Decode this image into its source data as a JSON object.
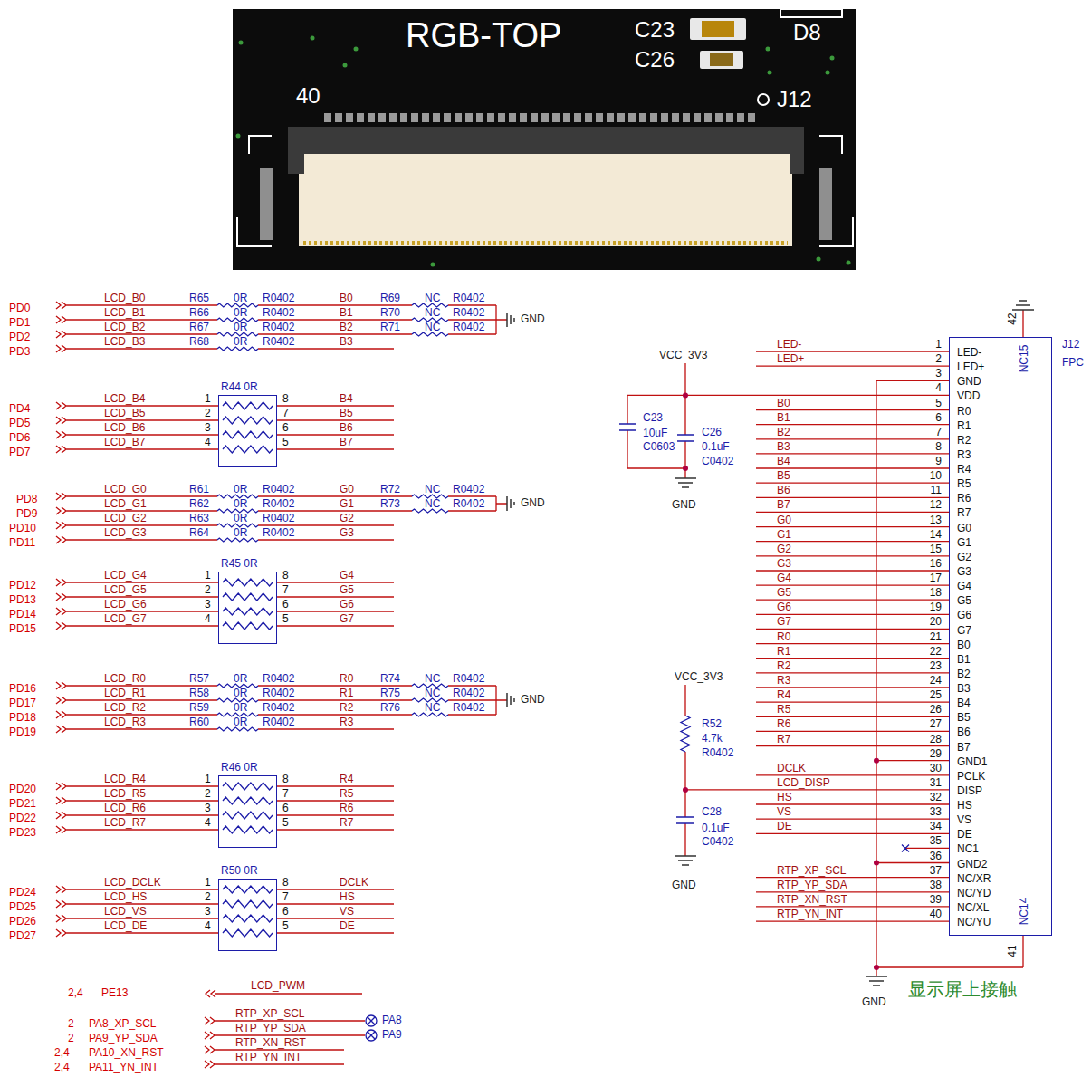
{
  "diagram": {
    "nodes": [
      {
        "text": [
          "R44 0R"
        ]
      },
      {
        "text": [
          "R45 0R"
        ]
      },
      {
        "text": [
          "R46 0R"
        ]
      },
      {
        "text": [
          "R50 0R"
        ]
      },
      {
        "text": [
          "LED-",
          "LED+",
          "GND",
          "VDD",
          "R0",
          "R1",
          "R2",
          "R3",
          "R4",
          "R5",
          "R6",
          "R7",
          "G0",
          "G1",
          "G2",
          "G3",
          "G4",
          "G5",
          "G6",
          "G7",
          "B0",
          "B1",
          "B2",
          "B3",
          "B4",
          "B5",
          "B6",
          "B7",
          "GND1",
          "PCLK",
          "DISP",
          "HS",
          "VS",
          "DE",
          "NC1",
          "GND2",
          "NC/XR",
          "NC/YD",
          "NC/XL",
          "NC/YU",
          "NC15",
          "NC14",
          "J12",
          "FPC"
        ]
      }
    ],
    "labels": [
      "RGB-TOP",
      "C23",
      "C26",
      "D8",
      "40",
      "J12",
      "PD0",
      "LCD_B0",
      "R65",
      "0R",
      "R0402",
      "B0",
      "R69",
      "NC",
      "R0402",
      "PD1",
      "LCD_B1",
      "R66",
      "0R",
      "R0402",
      "B1",
      "R70",
      "NC",
      "R0402",
      "PD2",
      "LCD_B2",
      "R67",
      "0R",
      "R0402",
      "B2",
      "R71",
      "NC",
      "R0402",
      "PD3",
      "LCD_B3",
      "R68",
      "0R",
      "R0402",
      "B3",
      "GND",
      "PD4",
      "LCD_B4",
      "1",
      "8",
      "B4",
      "PD5",
      "LCD_B5",
      "2",
      "7",
      "B5",
      "PD6",
      "LCD_B6",
      "3",
      "6",
      "B6",
      "PD7",
      "LCD_B7",
      "4",
      "5",
      "B7",
      "PD8",
      "LCD_G0",
      "R61",
      "0R",
      "R0402",
      "G0",
      "R72",
      "NC",
      "R0402",
      "PD9",
      "LCD_G1",
      "R62",
      "0R",
      "R0402",
      "G1",
      "R73",
      "NC",
      "R0402",
      "PD10",
      "LCD_G2",
      "R63",
      "0R",
      "R0402",
      "G2",
      "PD11",
      "LCD_G3",
      "R64",
      "0R",
      "R0402",
      "G3",
      "GND",
      "PD12",
      "LCD_G4",
      "1",
      "8",
      "G4",
      "PD13",
      "LCD_G5",
      "2",
      "7",
      "G5",
      "PD14",
      "LCD_G6",
      "3",
      "6",
      "G6",
      "PD15",
      "LCD_G7",
      "4",
      "5",
      "G7",
      "PD16",
      "LCD_R0",
      "R57",
      "0R",
      "R0402",
      "R0",
      "R74",
      "NC",
      "R0402",
      "PD17",
      "LCD_R1",
      "R58",
      "0R",
      "R0402",
      "R1",
      "R75",
      "NC",
      "R0402",
      "PD18",
      "LCD_R2",
      "R59",
      "0R",
      "R0402",
      "R2",
      "R76",
      "NC",
      "R0402",
      "PD19",
      "LCD_R3",
      "R60",
      "0R",
      "R0402",
      "R3",
      "GND",
      "PD20",
      "LCD_R4",
      "1",
      "8",
      "R4",
      "PD21",
      "LCD_R5",
      "2",
      "7",
      "R5",
      "PD22",
      "LCD_R6",
      "3",
      "6",
      "R6",
      "PD23",
      "LCD_R7",
      "4",
      "5",
      "R7",
      "PD24",
      "LCD_DCLK",
      "1",
      "8",
      "DCLK",
      "PD25",
      "LCD_HS",
      "2",
      "7",
      "HS",
      "PD26",
      "LCD_VS",
      "3",
      "6",
      "VS",
      "PD27",
      "LCD_DE",
      "4",
      "5",
      "DE",
      "2,4",
      "PE13",
      "LCD_PWM",
      "2",
      "PA8_XP_SCL",
      "2",
      "PA9_YP_SDA",
      "2,4",
      "PA10_XN_RST",
      "2,4",
      "PA11_YN_INT",
      "RTP_XP_SCL",
      "RTP_YP_SDA",
      "RTP_XN_RST",
      "RTP_YN_INT",
      "PA8",
      "PA9",
      "VCC_3V3",
      "C23",
      "10uF",
      "C0603",
      "C26",
      "0.1uF",
      "C0402",
      "GND",
      "LED-",
      "1",
      "LED+",
      "2",
      "3",
      "4",
      "B0",
      "5",
      "B1",
      "6",
      "B2",
      "7",
      "B3",
      "8",
      "B4",
      "9",
      "B5",
      "10",
      "B6",
      "11",
      "B7",
      "12",
      "G0",
      "13",
      "G1",
      "14",
      "G2",
      "15",
      "G3",
      "16",
      "G4",
      "17",
      "G5",
      "18",
      "G6",
      "19",
      "G7",
      "20",
      "R0",
      "21",
      "R1",
      "22",
      "R2",
      "23",
      "R3",
      "24",
      "R4",
      "25",
      "R5",
      "26",
      "R6",
      "27",
      "R7",
      "28",
      "29",
      "DCLK",
      "30",
      "LCD_DISP",
      "31",
      "HS",
      "32",
      "VS",
      "33",
      "DE",
      "34",
      "35",
      "36",
      "RTP_XP_SCL",
      "37",
      "RTP_YP_SDA",
      "38",
      "RTP_XN_RST",
      "39",
      "RTP_YN_INT",
      "40",
      "VCC_3V3",
      "R52",
      "4.7k",
      "R0402",
      "C28",
      "0.1uF",
      "C0402",
      "GND",
      "42",
      "41",
      "GND",
      "显示屏上接触"
    ]
  }
}
